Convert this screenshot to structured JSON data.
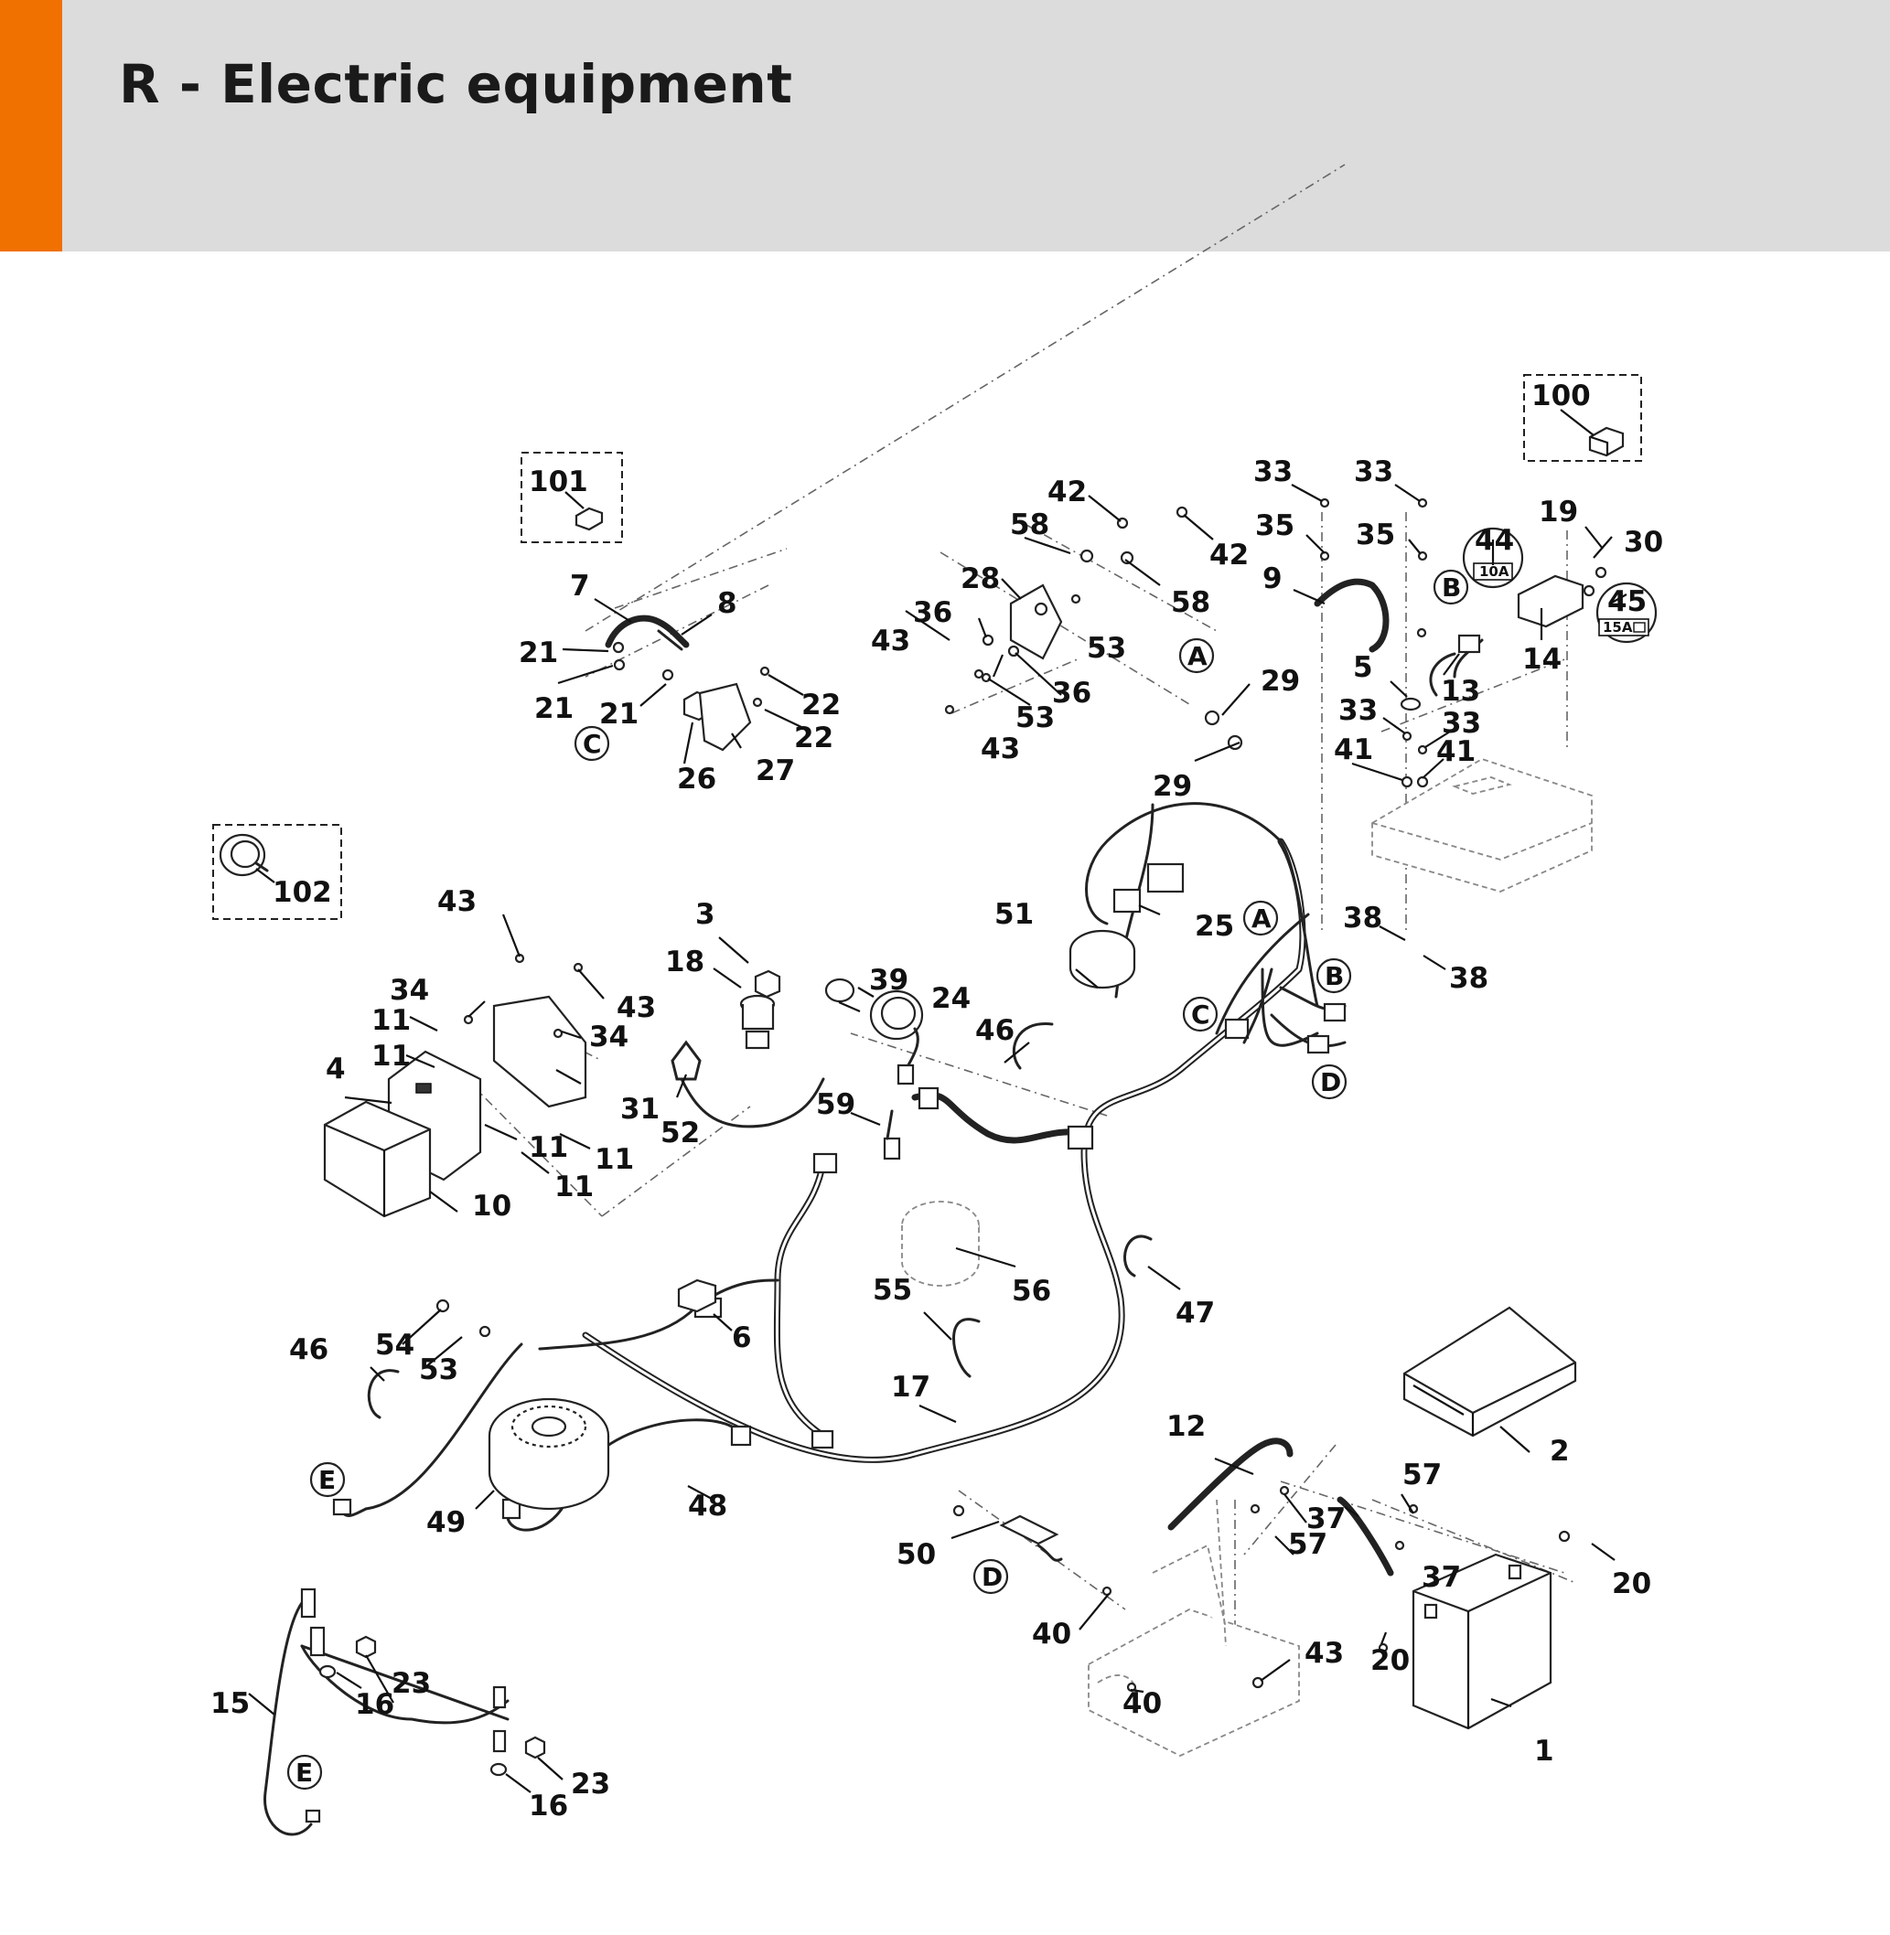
{
  "header": {
    "title": "R - Electric equipment",
    "accent_color": "#f07000",
    "background_color": "#dcdcdc"
  },
  "labels": [
    {
      "id": "l100",
      "text": "100"
    },
    {
      "id": "l101",
      "text": "101"
    },
    {
      "id": "l102",
      "text": "102"
    },
    {
      "id": "l1",
      "text": "1"
    },
    {
      "id": "l2",
      "text": "2"
    },
    {
      "id": "l3",
      "text": "3"
    },
    {
      "id": "l4",
      "text": "4"
    },
    {
      "id": "l5",
      "text": "5"
    },
    {
      "id": "l6",
      "text": "6"
    },
    {
      "id": "l7",
      "text": "7"
    },
    {
      "id": "l8",
      "text": "8"
    },
    {
      "id": "l9",
      "text": "9"
    },
    {
      "id": "l10",
      "text": "10"
    },
    {
      "id": "l11a",
      "text": "11"
    },
    {
      "id": "l11b",
      "text": "11"
    },
    {
      "id": "l11c",
      "text": "11"
    },
    {
      "id": "l11d",
      "text": "11"
    },
    {
      "id": "l11e",
      "text": "11"
    },
    {
      "id": "l12",
      "text": "12"
    },
    {
      "id": "l13",
      "text": "13"
    },
    {
      "id": "l14",
      "text": "14"
    },
    {
      "id": "l15",
      "text": "15"
    },
    {
      "id": "l16a",
      "text": "16"
    },
    {
      "id": "l16b",
      "text": "16"
    },
    {
      "id": "l17",
      "text": "17"
    },
    {
      "id": "l18",
      "text": "18"
    },
    {
      "id": "l19",
      "text": "19"
    },
    {
      "id": "l20a",
      "text": "20"
    },
    {
      "id": "l20b",
      "text": "20"
    },
    {
      "id": "l21a",
      "text": "21"
    },
    {
      "id": "l21b",
      "text": "21"
    },
    {
      "id": "l21c",
      "text": "21"
    },
    {
      "id": "l22a",
      "text": "22"
    },
    {
      "id": "l22b",
      "text": "22"
    },
    {
      "id": "l23a",
      "text": "23"
    },
    {
      "id": "l23b",
      "text": "23"
    },
    {
      "id": "l24",
      "text": "24"
    },
    {
      "id": "l25",
      "text": "25"
    },
    {
      "id": "l26",
      "text": "26"
    },
    {
      "id": "l27",
      "text": "27"
    },
    {
      "id": "l28",
      "text": "28"
    },
    {
      "id": "l29a",
      "text": "29"
    },
    {
      "id": "l29b",
      "text": "29"
    },
    {
      "id": "l30",
      "text": "30"
    },
    {
      "id": "l31",
      "text": "31"
    },
    {
      "id": "l33a",
      "text": "33"
    },
    {
      "id": "l33b",
      "text": "33"
    },
    {
      "id": "l33c",
      "text": "33"
    },
    {
      "id": "l33d",
      "text": "33"
    },
    {
      "id": "l34a",
      "text": "34"
    },
    {
      "id": "l34b",
      "text": "34"
    },
    {
      "id": "l35a",
      "text": "35"
    },
    {
      "id": "l35b",
      "text": "35"
    },
    {
      "id": "l36a",
      "text": "36"
    },
    {
      "id": "l36b",
      "text": "36"
    },
    {
      "id": "l37a",
      "text": "37"
    },
    {
      "id": "l37b",
      "text": "37"
    },
    {
      "id": "l38a",
      "text": "38"
    },
    {
      "id": "l38b",
      "text": "38"
    },
    {
      "id": "l39",
      "text": "39"
    },
    {
      "id": "l40a",
      "text": "40"
    },
    {
      "id": "l40b",
      "text": "40"
    },
    {
      "id": "l41a",
      "text": "41"
    },
    {
      "id": "l41b",
      "text": "41"
    },
    {
      "id": "l42a",
      "text": "42"
    },
    {
      "id": "l42b",
      "text": "42"
    },
    {
      "id": "l43a",
      "text": "43"
    },
    {
      "id": "l43b",
      "text": "43"
    },
    {
      "id": "l43c",
      "text": "43"
    },
    {
      "id": "l43d",
      "text": "43"
    },
    {
      "id": "l43e",
      "text": "43"
    },
    {
      "id": "l44",
      "text": "44"
    },
    {
      "id": "l45",
      "text": "45"
    },
    {
      "id": "l46a",
      "text": "46"
    },
    {
      "id": "l46b",
      "text": "46"
    },
    {
      "id": "l47",
      "text": "47"
    },
    {
      "id": "l48",
      "text": "48"
    },
    {
      "id": "l49",
      "text": "49"
    },
    {
      "id": "l50",
      "text": "50"
    },
    {
      "id": "l51",
      "text": "51"
    },
    {
      "id": "l52",
      "text": "52"
    },
    {
      "id": "l53a",
      "text": "53"
    },
    {
      "id": "l53b",
      "text": "53"
    },
    {
      "id": "l53c",
      "text": "53"
    },
    {
      "id": "l54",
      "text": "54"
    },
    {
      "id": "l55",
      "text": "55"
    },
    {
      "id": "l56",
      "text": "56"
    },
    {
      "id": "l57a",
      "text": "57"
    },
    {
      "id": "l57b",
      "text": "57"
    },
    {
      "id": "l58a",
      "text": "58"
    },
    {
      "id": "l58b",
      "text": "58"
    },
    {
      "id": "l59",
      "text": "59"
    }
  ],
  "refs": [
    {
      "id": "rA1",
      "text": "A"
    },
    {
      "id": "rA2",
      "text": "A"
    },
    {
      "id": "rB1",
      "text": "B"
    },
    {
      "id": "rB2",
      "text": "B"
    },
    {
      "id": "rC1",
      "text": "C"
    },
    {
      "id": "rC2",
      "text": "C"
    },
    {
      "id": "rD1",
      "text": "D"
    },
    {
      "id": "rD2",
      "text": "D"
    },
    {
      "id": "rE1",
      "text": "E"
    },
    {
      "id": "rE2",
      "text": "E"
    }
  ],
  "fuses": [
    {
      "id": "f44",
      "text": "10A"
    },
    {
      "id": "f45",
      "text": "15A"
    }
  ]
}
